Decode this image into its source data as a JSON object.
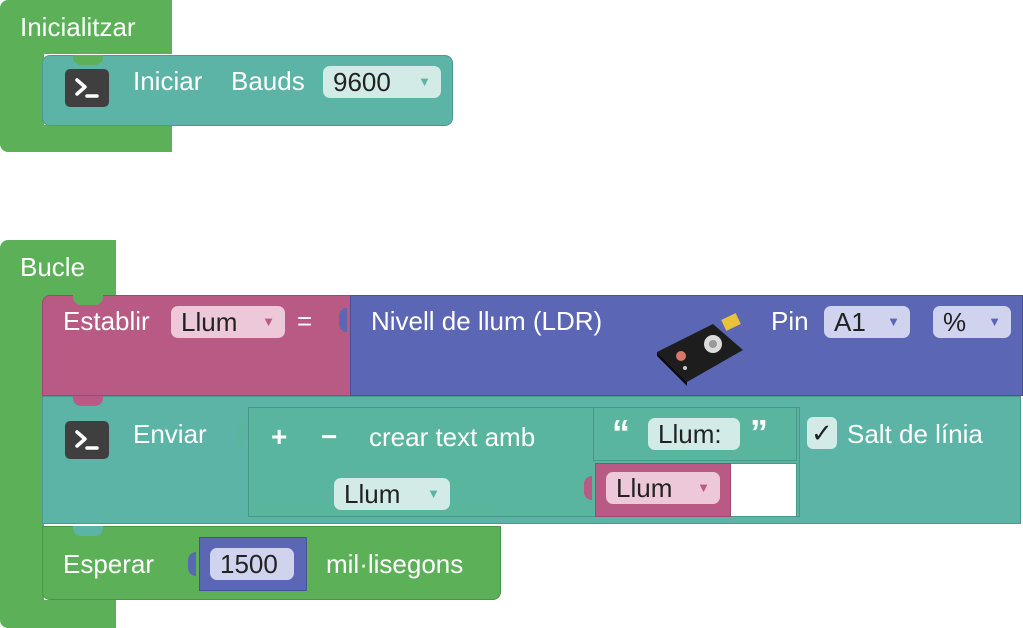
{
  "init_block": {
    "label": "Inicialitzar",
    "serial": {
      "label_start": "Iniciar",
      "label_bauds": "Bauds",
      "bauds_value": "9600"
    }
  },
  "loop_block": {
    "label": "Bucle",
    "set_var": {
      "label": "Establir",
      "var_name": "Llum",
      "equals": "=",
      "sensor": {
        "label": "Nivell de llum (LDR)",
        "pin_label": "Pin",
        "pin_value": "A1",
        "unit_value": "%"
      }
    },
    "send": {
      "label": "Enviar",
      "plus": "+",
      "minus": "−",
      "create_text": "crear text amb",
      "quote_open": "“",
      "quote_close": "”",
      "text_value": "Llum:",
      "var_item_1": "Llum",
      "var_item_2": "Llum",
      "newline_check": "✓",
      "newline_label": "Salt de línia"
    },
    "wait": {
      "label": "Esperar",
      "value": "1500",
      "unit": "mil·lisegons"
    }
  },
  "colors": {
    "event_green": "#5cb158",
    "serial_teal": "#5bb4a6",
    "variable_pink": "#b95a85",
    "sensor_indigo": "#5b67b5"
  }
}
